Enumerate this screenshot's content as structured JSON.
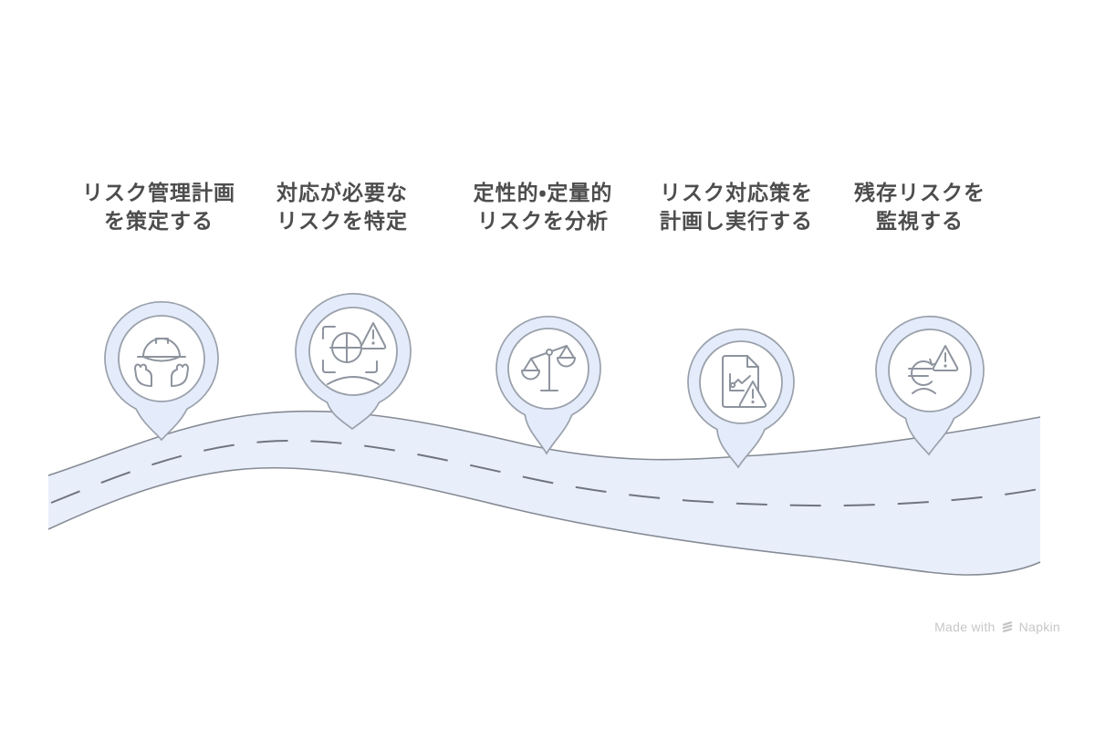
{
  "diagram": {
    "type": "journey-roadmap",
    "steps": [
      {
        "line1": "リスク管理計画",
        "line2": "を策定する",
        "icon": "hardhat-hands-icon"
      },
      {
        "line1": "対応が必要な",
        "line2": "リスクを特定",
        "icon": "risk-scan-warning-icon"
      },
      {
        "line1": "定性的・定量的",
        "line2": "リスクを分析",
        "icon": "balance-scale-icon"
      },
      {
        "line1": "リスク対応策を",
        "line2": "計画し実行する",
        "icon": "chart-document-warning-icon"
      },
      {
        "line1": "残存リスクを",
        "line2": "監視する",
        "icon": "monitoring-risk-warning-icon"
      }
    ],
    "colors": {
      "road_fill": "#e9eefb",
      "pin_fill": "#e4ebfa",
      "outline_gray": "#9aa1ab",
      "icon_stroke": "#8e949e",
      "label_text": "#4d4d4d",
      "footer_text": "#c7c7c7"
    },
    "footer": {
      "made_with": "Made with",
      "brand": "Napkin"
    }
  }
}
